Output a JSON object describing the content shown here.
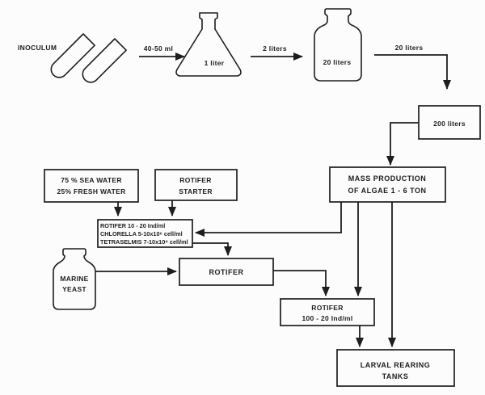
{
  "diagram": {
    "inoculum_label": "INOCULUM",
    "flows": {
      "f1": "40-50 ml",
      "f2": "2 liters",
      "f3": "20 liters"
    },
    "vessels": {
      "flask_volume": "1 liter",
      "carboy_volume": "20 liters",
      "yeast_line1": "MARINE",
      "yeast_line2": "YEAST"
    },
    "boxes": {
      "b200": {
        "label": "200 liters"
      },
      "mass": {
        "line1": "MASS PRODUCTION",
        "line2": "OF ALGAE 1 - 6 TON"
      },
      "water": {
        "line1": "75 % SEA WATER",
        "line2": "25% FRESH WATER"
      },
      "starter": {
        "line1": "ROTIFER",
        "line2": "STARTER"
      },
      "mix": {
        "line1": "ROTIFER 10 - 20 Ind/ml",
        "line2": "CHLORELLA 5-10x10⁶ cell/ml",
        "line3": "TETRASELMIS 7-10x10⁴ cell/ml"
      },
      "rotifer": {
        "label": "ROTIFER"
      },
      "rotifer_density": {
        "line1": "ROTIFER",
        "line2": "100 - 20 Ind/ml"
      },
      "larval": {
        "line1": "LARVAL REARING",
        "line2": "TANKS"
      }
    },
    "colors": {
      "ink": "#1e1e1e",
      "background": "#fcfcfc"
    }
  }
}
